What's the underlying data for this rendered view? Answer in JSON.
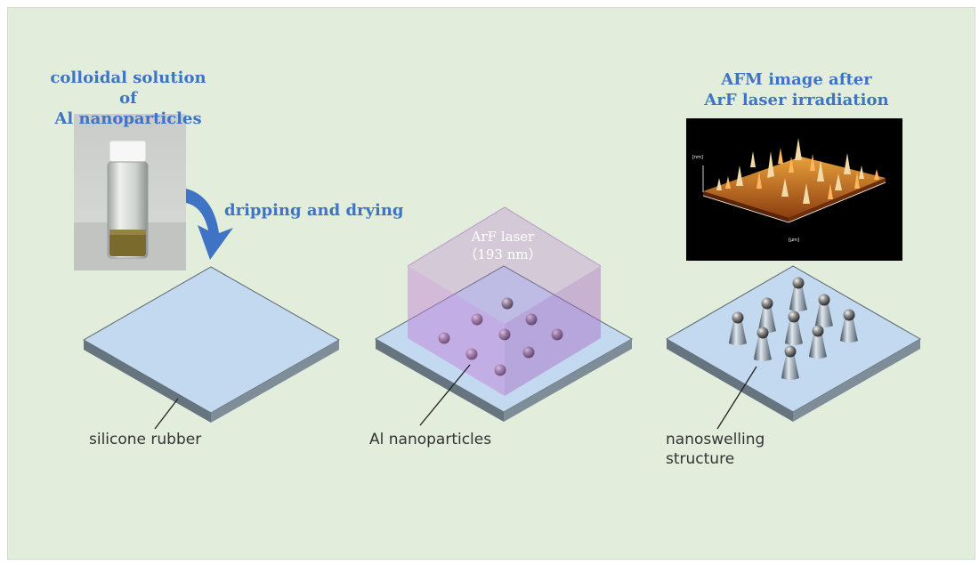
{
  "left": {
    "title": "colloidal solution of\nAl nanoparticles",
    "arrow_label": "dripping and drying",
    "caption": "silicone rubber"
  },
  "middle": {
    "laser_label": "ArF laser\n（193 nm）",
    "caption": "Al nanoparticles"
  },
  "right": {
    "title": "AFM image after\nArF laser irradiation",
    "caption": "nanoswelling\nstructure",
    "afm_axis_z": "[nm]",
    "afm_axis_unit": "[μm]"
  },
  "colors": {
    "background": "#e2eedb",
    "title_blue": "#3f74c4",
    "substrate_top": "#c3d9ef",
    "substrate_side": "#667480",
    "laser_box": "#c07ad6"
  }
}
